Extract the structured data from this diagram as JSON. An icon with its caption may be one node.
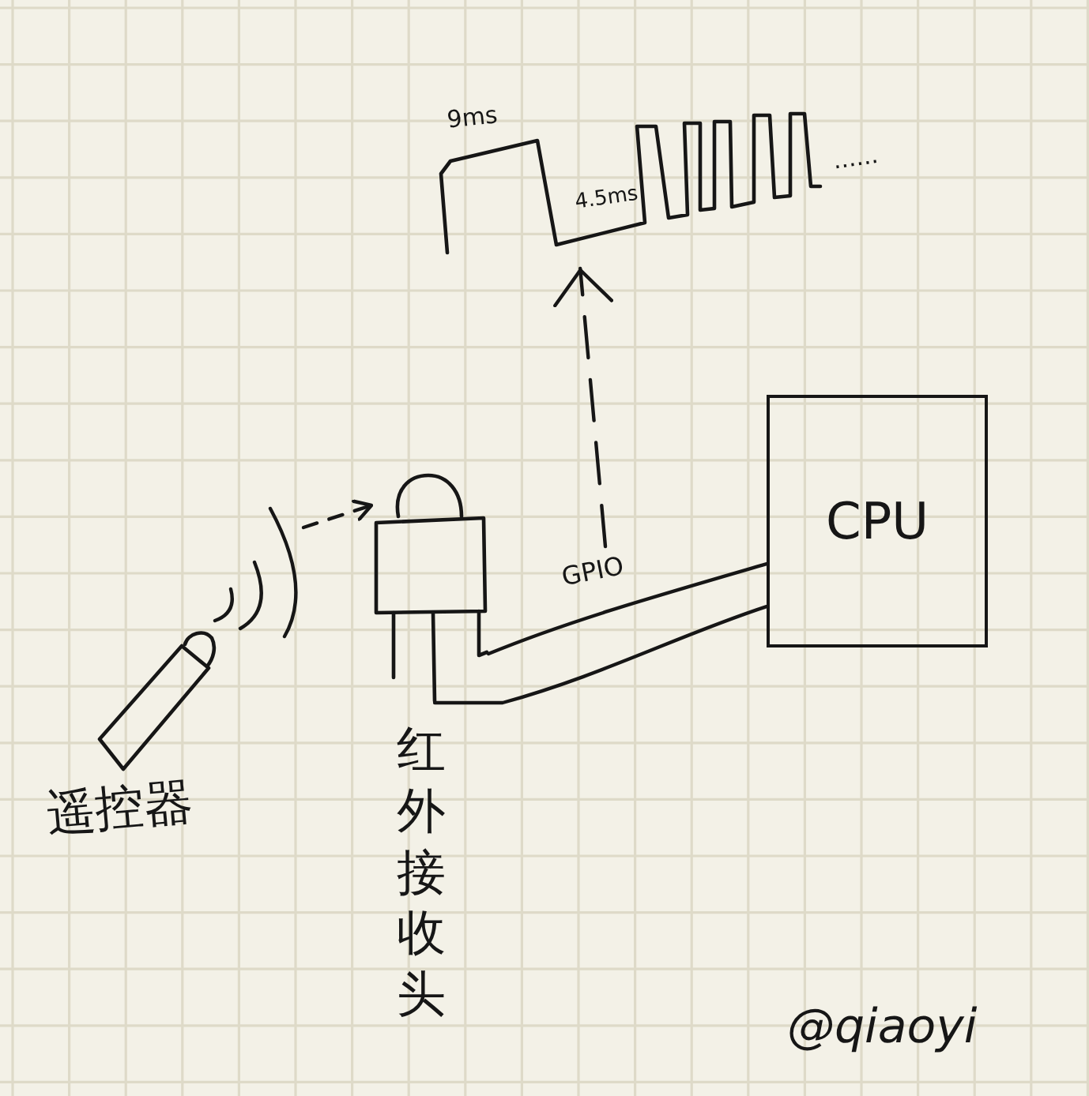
{
  "diagram": {
    "nodes": [
      {
        "text": [],
        "shape": "picture",
        "beside": [
          "遥控器"
        ]
      },
      {
        "text": [],
        "shape": "picture",
        "beside": [
          "红外接收头"
        ]
      },
      {
        "text": [
          "CPU"
        ]
      },
      {
        "text": [
          "9ms",
          "4.5ms",
          "......"
        ]
      }
    ],
    "edges": [
      {
        "from": null,
        "to": 1,
        "arrow": "to",
        "style": "dashed"
      },
      {
        "from": 1,
        "to": 2,
        "arrow": "none",
        "label": "GPIO"
      },
      {
        "from": 1,
        "to": 2,
        "arrow": "none"
      },
      {
        "from": null,
        "to": 3,
        "arrow": "to",
        "style": "dashed"
      }
    ],
    "labels": [
      "@qiaoyi"
    ]
  }
}
